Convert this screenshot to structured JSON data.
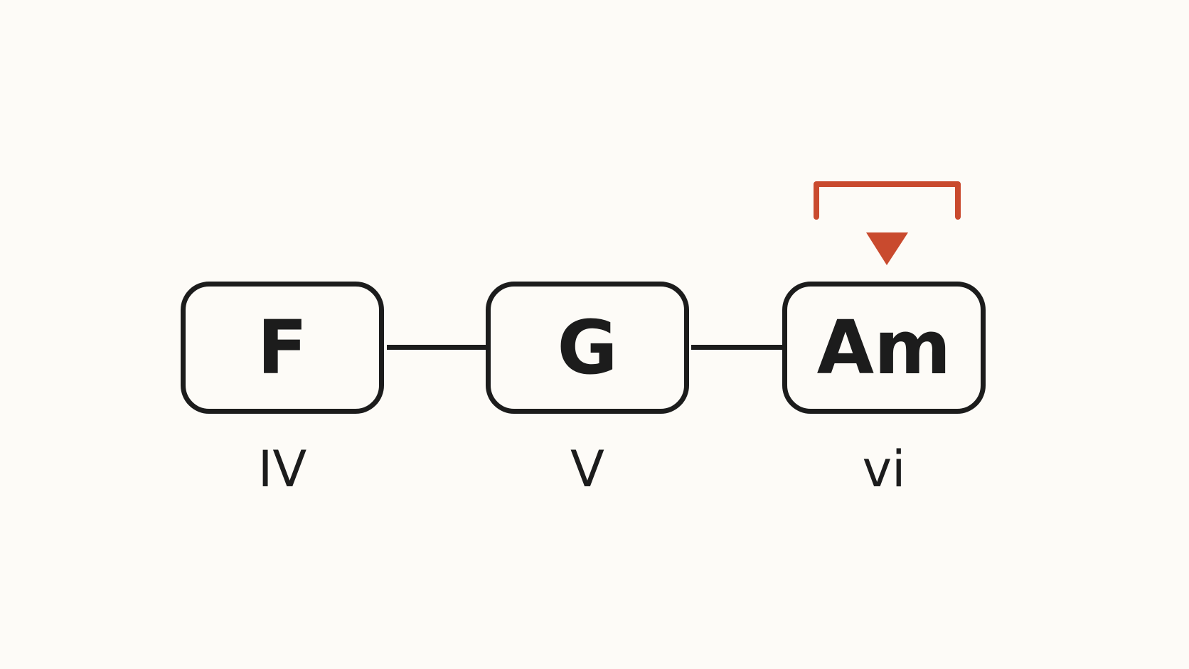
{
  "chords": [
    {
      "name": "F",
      "numeral": "IV",
      "highlighted": false
    },
    {
      "name": "G",
      "numeral": "V",
      "highlighted": false
    },
    {
      "name": "Am",
      "numeral": "vi",
      "highlighted": true
    }
  ],
  "highlight": {
    "target": "Am",
    "marker": "down-triangle-icon",
    "bracket": "bracket-icon"
  },
  "colors": {
    "background": "#fdfbf7",
    "stroke": "#1c1c1c",
    "accent": "#c94a2e"
  }
}
